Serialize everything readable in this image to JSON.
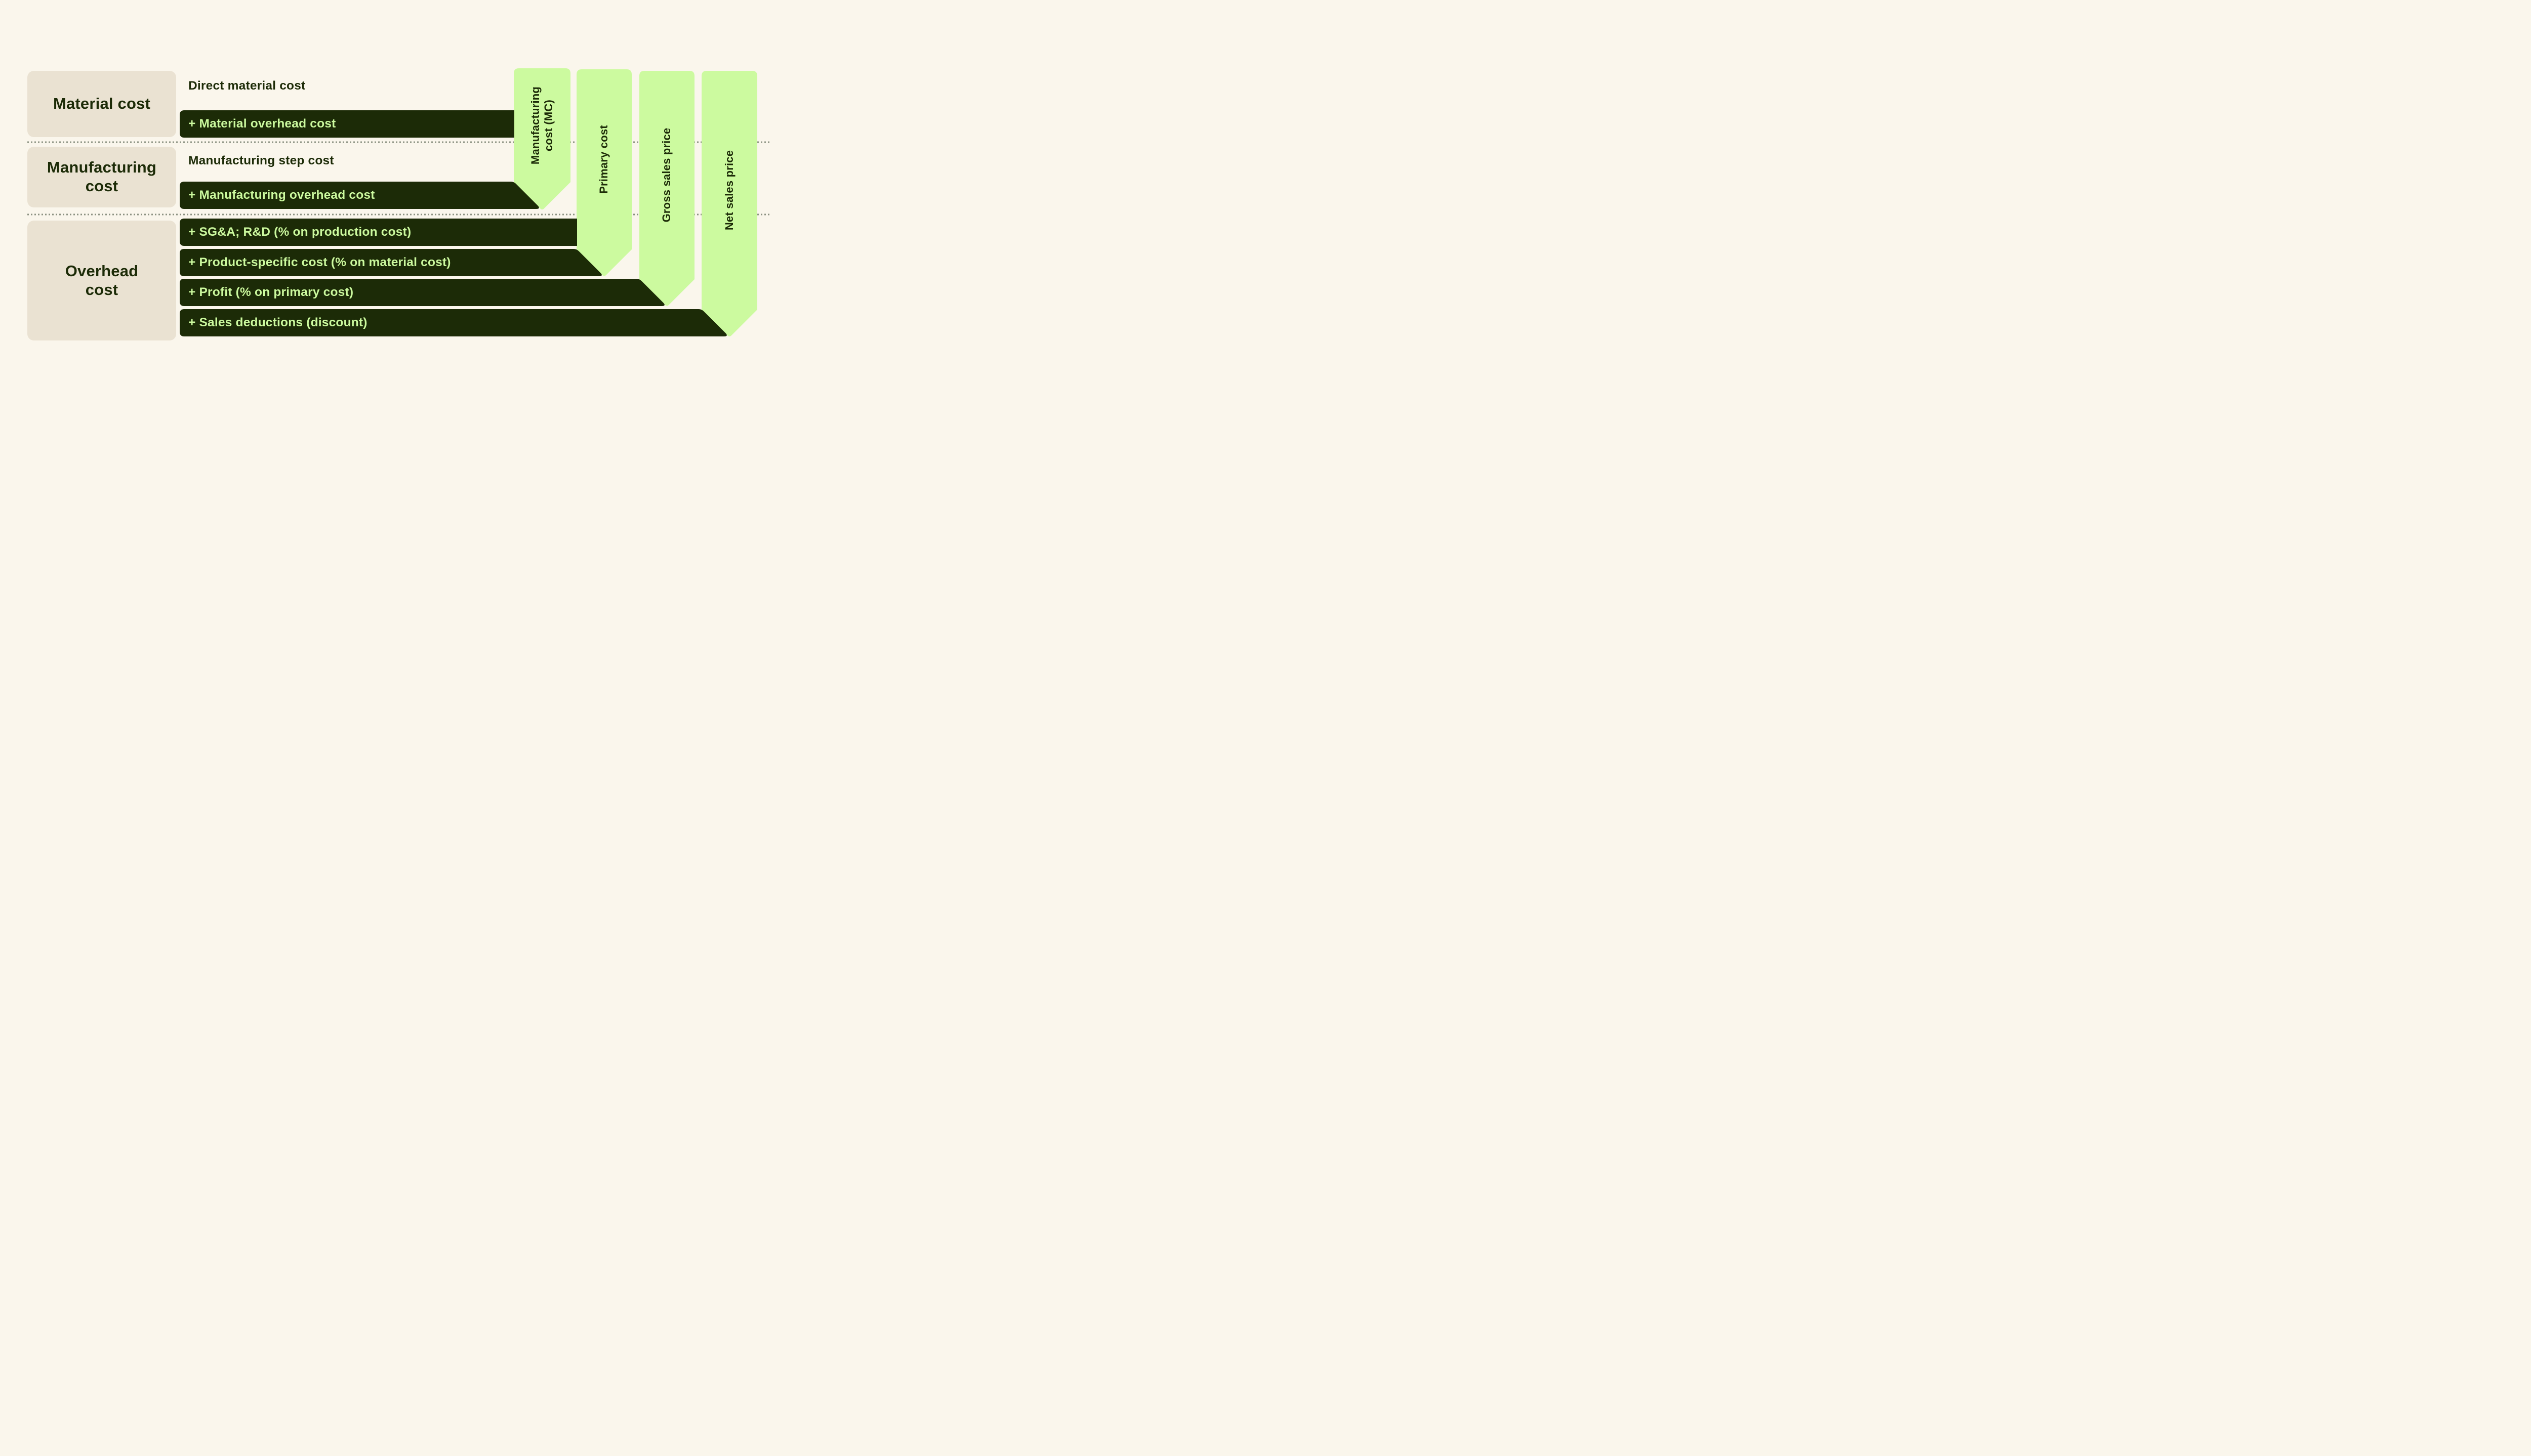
{
  "colors": {
    "background": "#FAF6EC",
    "box_fill": "#EAE2D2",
    "bar_fill": "#1C2B07",
    "banner_fill": "#CCFA9F",
    "text_dark": "#1C2B07",
    "text_light": "#CCFA9F",
    "dotted_line": "#8C9282"
  },
  "categories": [
    {
      "label": "Material cost"
    },
    {
      "label": "Manufacturing\ncost"
    },
    {
      "label": "Overhead\ncost"
    }
  ],
  "rows": [
    {
      "kind": "text",
      "label": "Direct material cost"
    },
    {
      "kind": "bar",
      "label": "+ Material overhead cost"
    },
    {
      "kind": "text",
      "label": "Manufacturing step cost"
    },
    {
      "kind": "bar",
      "label": "+ Manufacturing overhead cost"
    },
    {
      "kind": "bar",
      "label": "+ SG&A; R&D (% on production cost)"
    },
    {
      "kind": "bar",
      "label": "+ Product-specific cost (% on material cost)"
    },
    {
      "kind": "bar",
      "label": "+ Profit (% on primary cost)"
    },
    {
      "kind": "bar",
      "label": "+ Sales deductions (discount)"
    }
  ],
  "milestones": [
    {
      "label": "Manufacturing\ncost (MC)"
    },
    {
      "label": "Primary cost"
    },
    {
      "label": "Gross sales price"
    },
    {
      "label": "Net sales price"
    }
  ]
}
